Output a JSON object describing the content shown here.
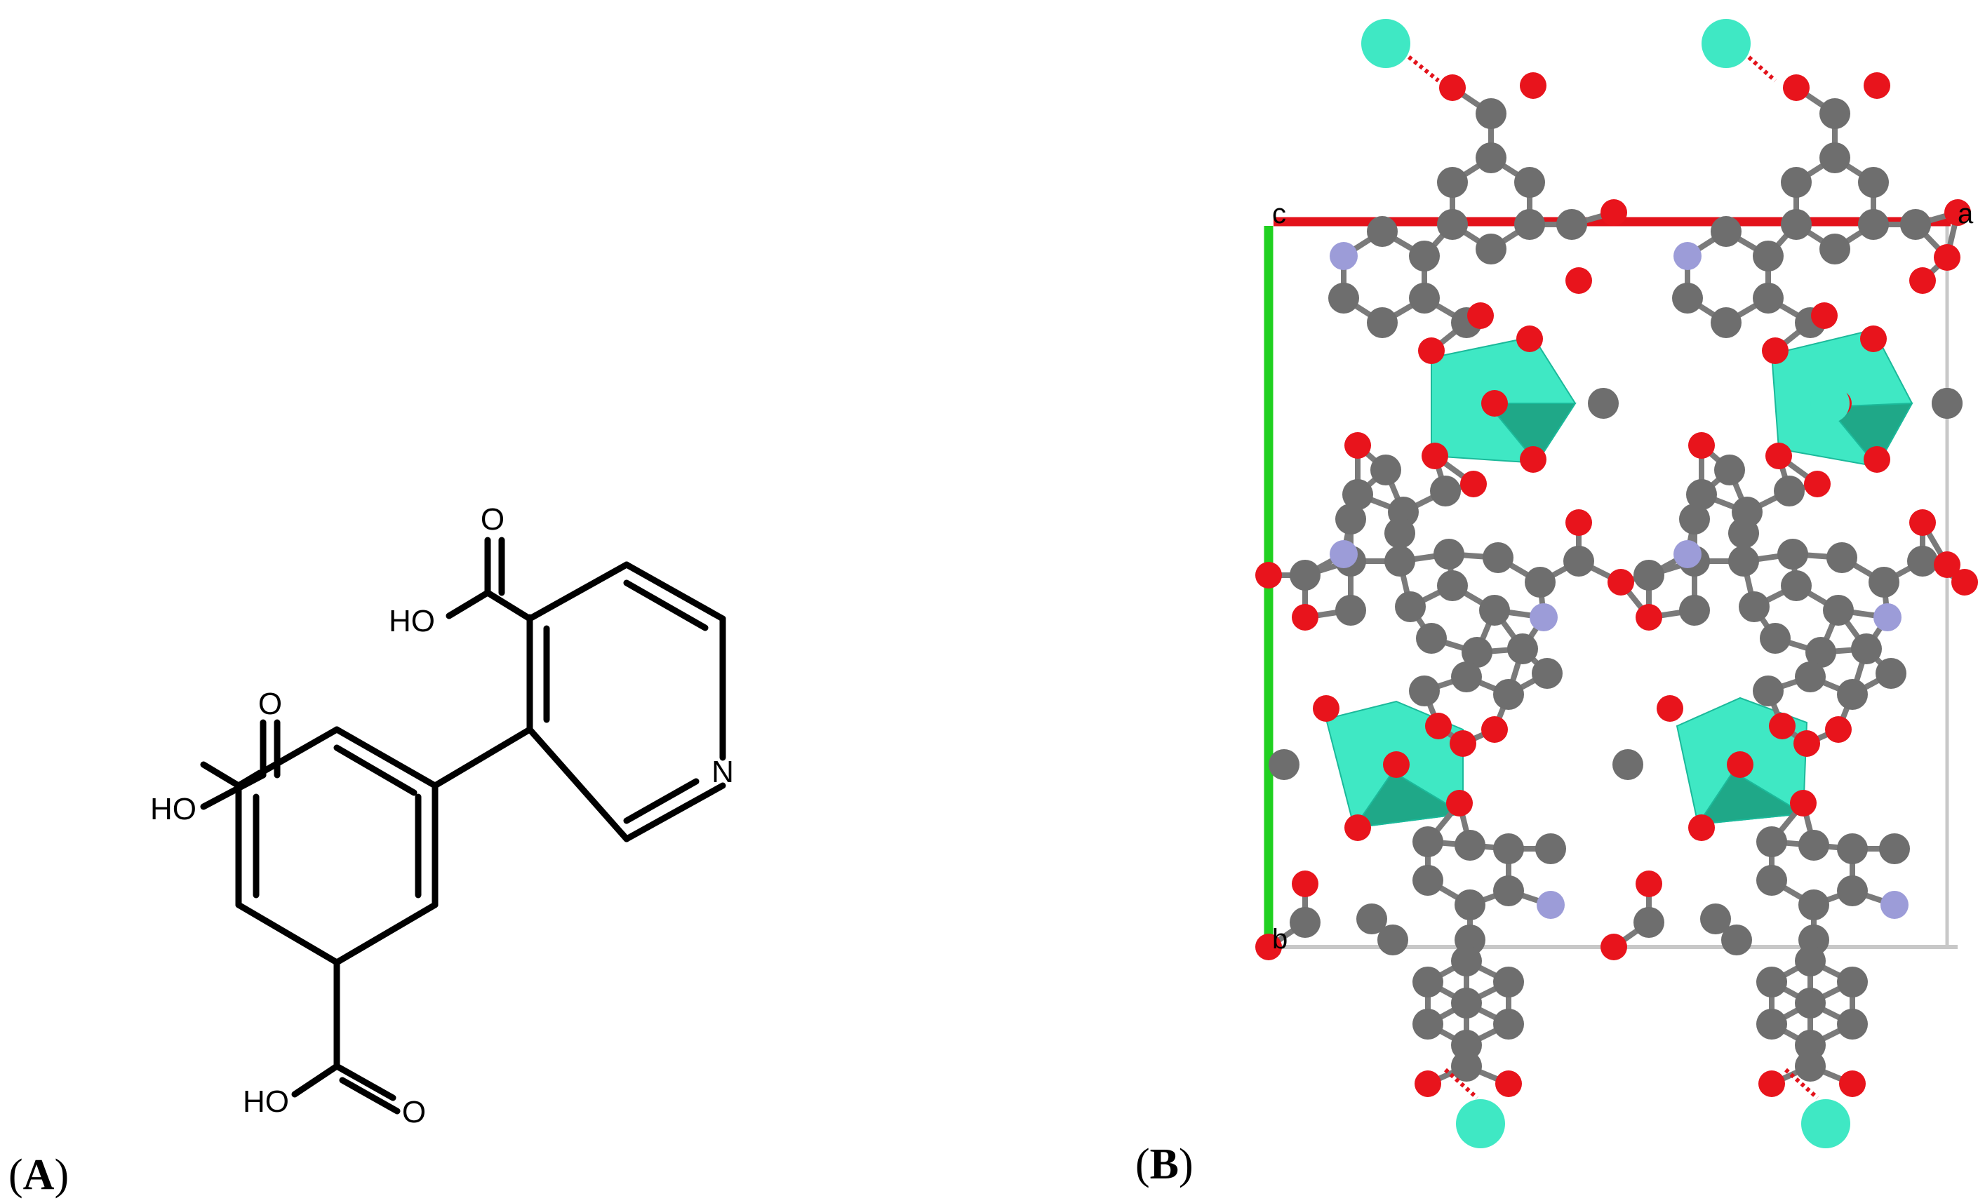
{
  "panels": [
    {
      "id": "A",
      "label_open": "(",
      "label_letter": "A",
      "label_close": ")"
    },
    {
      "id": "B",
      "label_open": "(",
      "label_letter": "B",
      "label_close": ")"
    }
  ],
  "molecule": {
    "atom_labels": {
      "o": "O",
      "ho": "HO",
      "n": "N"
    }
  },
  "crystal": {
    "axis_labels": {
      "c": "c",
      "a": "a",
      "b": "b"
    }
  },
  "colors": {
    "bond": "#000000",
    "oxygen": "#e8141c",
    "carbon": "#6e6e6e",
    "nitrogen": "#9c9cd8",
    "metal": "#3fe8c4",
    "polyhedron": "#2fd7b3",
    "axis_a": "#e3121b",
    "axis_b": "#20d020",
    "cell_edge": "#c8c8c8"
  }
}
